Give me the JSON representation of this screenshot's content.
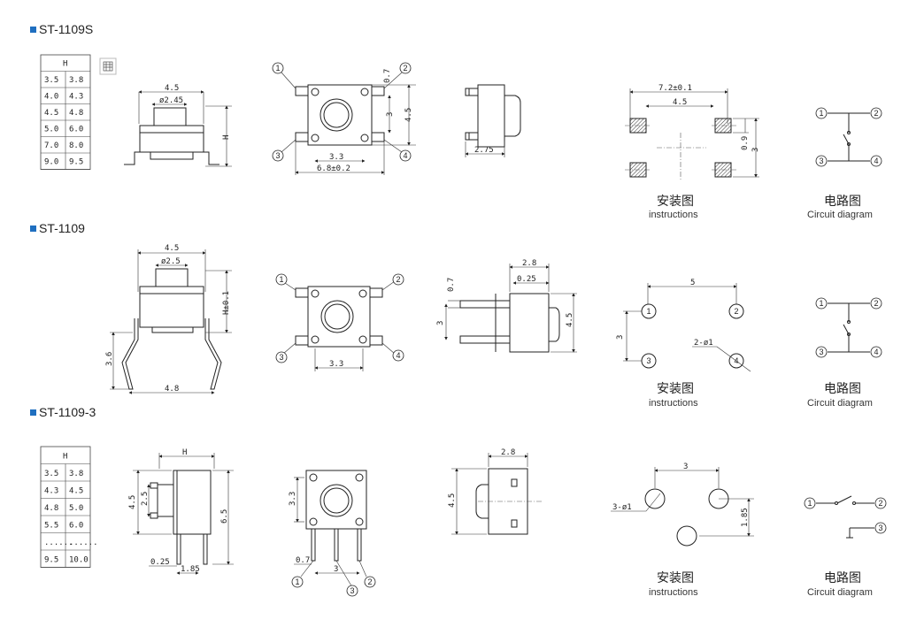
{
  "sections": [
    {
      "title": "ST-1109S",
      "table_header": "H",
      "table_rows": [
        [
          "3.5",
          "3.8"
        ],
        [
          "4.0",
          "4.3"
        ],
        [
          "4.5",
          "4.8"
        ],
        [
          "5.0",
          "6.0"
        ],
        [
          "7.0",
          "8.0"
        ],
        [
          "9.0",
          "9.5"
        ]
      ],
      "side_dims": {
        "top": "4.5",
        "stem": "ø2.45",
        "height": "H"
      },
      "top_dims": {
        "d1": "0.7",
        "d2": "3",
        "d3": "4.5",
        "d4": "3.3",
        "d5": "6.8±0.2"
      },
      "side2_dims": {
        "width": "2.75"
      },
      "install_dims": {
        "outer": "7.2±0.1",
        "inner": "4.5",
        "small": "0.9",
        "v": "3"
      },
      "install_cn": "安装图",
      "install_en": "instructions",
      "circuit_cn": "电路图",
      "circuit_en": "Circuit diagram"
    },
    {
      "title": "ST-1109",
      "side_dims": {
        "top": "4.5",
        "stem": "ø2.5",
        "height": "H±0.1",
        "leg": "3.6",
        "bottom": "4.8"
      },
      "top_dims": {
        "d4": "3.3"
      },
      "side2_dims": {
        "w1": "2.8",
        "w2": "0.25",
        "d1": "0.7",
        "d2": "3",
        "d3": "4.5"
      },
      "install_dims": {
        "h": "5",
        "v": "3",
        "hole": "2-ø1"
      },
      "install_cn": "安装图",
      "install_en": "instructions",
      "circuit_cn": "电路图",
      "circuit_en": "Circuit diagram"
    },
    {
      "title": "ST-1109-3",
      "table_header": "H",
      "table_rows": [
        [
          "3.5",
          "3.8"
        ],
        [
          "4.3",
          "4.5"
        ],
        [
          "4.8",
          "5.0"
        ],
        [
          "5.5",
          "6.0"
        ],
        [
          "......",
          "......"
        ],
        [
          "9.5",
          "10.0"
        ]
      ],
      "side_dims": {
        "h": "H",
        "a": "4.5",
        "b": "2.5",
        "c": "6.5",
        "p": "0.25",
        "q": "1.85"
      },
      "top_dims": {
        "a": "3.3",
        "b": "0.7",
        "c": "3"
      },
      "side2_dims": {
        "w": "2.8",
        "h": "4.5"
      },
      "install_dims": {
        "h": "3",
        "hole": "3-ø1",
        "v": "1.85"
      },
      "install_cn": "安装图",
      "install_en": "instructions",
      "circuit_cn": "电路图",
      "circuit_en": "Circuit diagram"
    }
  ],
  "pins": [
    "1",
    "2",
    "3",
    "4"
  ],
  "colors": {
    "accent": "#1f6fc0",
    "line": "#222222",
    "hatch": "#555555"
  }
}
